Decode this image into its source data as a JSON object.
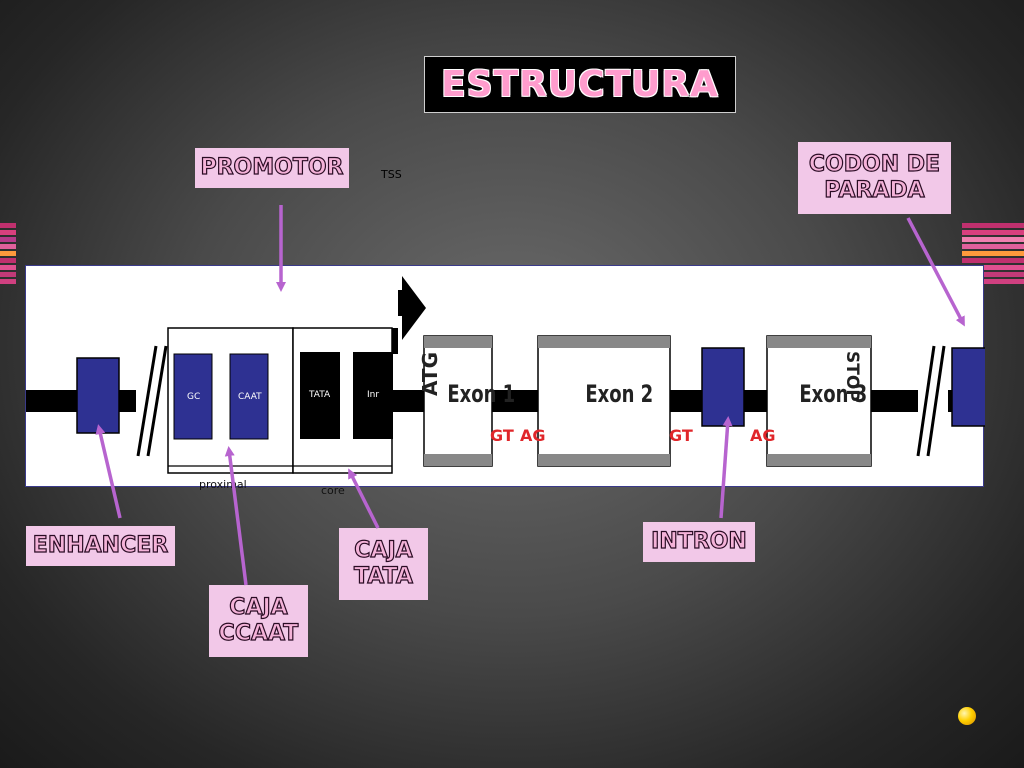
{
  "title": "ESTRUCTURA",
  "labels": {
    "promotor": "PROMOTOR",
    "tss": "TSS",
    "codon_parada": "CODON DE\nPARADA",
    "enhancer": "ENHANCER",
    "caja_ccaat": "CAJA\nCCAAT",
    "caja_tata": "CAJA\nTATA",
    "intron": "INTRON"
  },
  "gene": {
    "boxes": {
      "gc": "GC",
      "caat": "CAAT",
      "tata": "TATA",
      "inr": "Inr"
    },
    "regions": {
      "proximal": "proximal",
      "core": "core"
    },
    "exons": [
      "Exon 1",
      "Exon 2",
      "Exon 3"
    ],
    "start": "ATG",
    "stop": "STOP",
    "splice": {
      "gt": "GT",
      "ag": "AG"
    }
  },
  "colors": {
    "label_bg": "#f2c8e8",
    "element_blue": "#2e3192",
    "splice_red": "#e0262a"
  }
}
